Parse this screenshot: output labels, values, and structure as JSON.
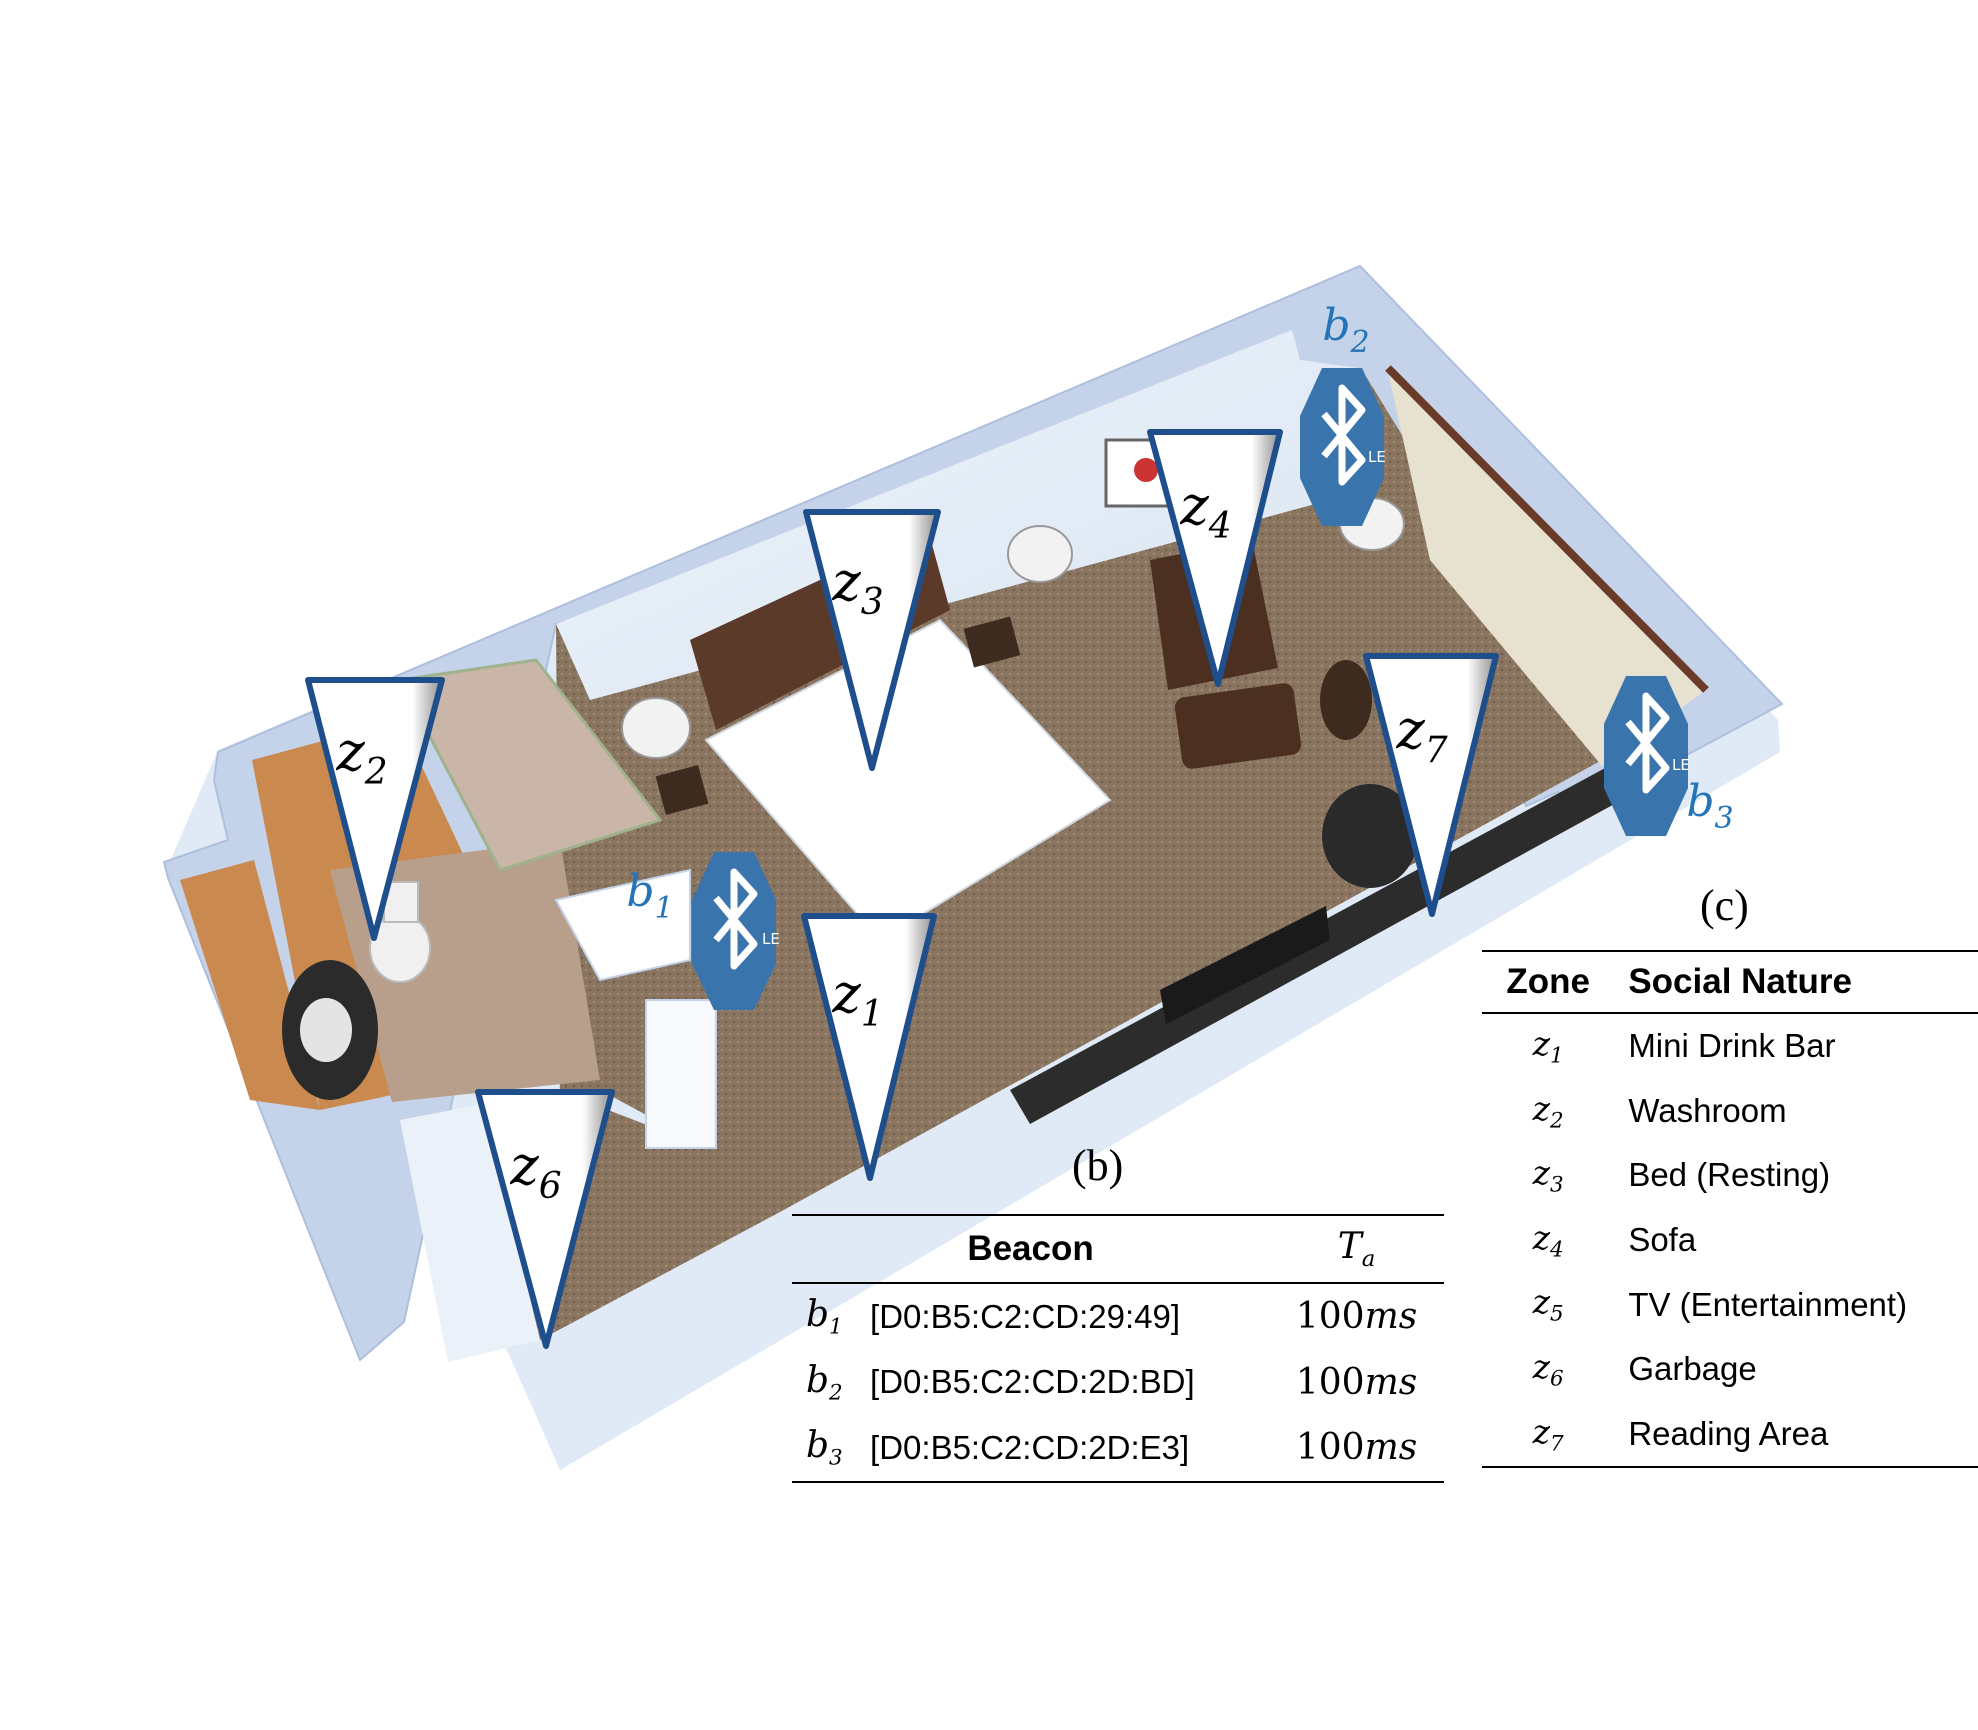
{
  "zones": [
    {
      "id": "z1",
      "var": "z",
      "sub": "1"
    },
    {
      "id": "z2",
      "var": "z",
      "sub": "2"
    },
    {
      "id": "z3",
      "var": "z",
      "sub": "3"
    },
    {
      "id": "z4",
      "var": "z",
      "sub": "4"
    },
    {
      "id": "z6",
      "var": "z",
      "sub": "6"
    },
    {
      "id": "z7",
      "var": "z",
      "sub": "7"
    }
  ],
  "beacons": [
    {
      "id": "b1",
      "var": "b",
      "sub": "1",
      "badge": "LE"
    },
    {
      "id": "b2",
      "var": "b",
      "sub": "2",
      "badge": "LE"
    },
    {
      "id": "b3",
      "var": "b",
      "sub": "3",
      "badge": "LE"
    }
  ],
  "table_b": {
    "caption": "(b)",
    "header_beacon": "Beacon",
    "header_ta_var": "T",
    "header_ta_sub": "a",
    "rows": [
      {
        "var": "b",
        "sub": "1",
        "mac": "[D0:B5:C2:CD:29:49]",
        "value": "100",
        "unit": "ms"
      },
      {
        "var": "b",
        "sub": "2",
        "mac": "[D0:B5:C2:CD:2D:BD]",
        "value": "100",
        "unit": "ms"
      },
      {
        "var": "b",
        "sub": "3",
        "mac": "[D0:B5:C2:CD:2D:E3]",
        "value": "100",
        "unit": "ms"
      }
    ]
  },
  "table_c": {
    "caption": "(c)",
    "header_zone": "Zone",
    "header_nature": "Social Nature",
    "rows": [
      {
        "var": "z",
        "sub": "1",
        "nature": "Mini Drink Bar"
      },
      {
        "var": "z",
        "sub": "2",
        "nature": "Washroom"
      },
      {
        "var": "z",
        "sub": "3",
        "nature": "Bed (Resting)"
      },
      {
        "var": "z",
        "sub": "4",
        "nature": "Sofa"
      },
      {
        "var": "z",
        "sub": "5",
        "nature": "TV (Entertainment)"
      },
      {
        "var": "z",
        "sub": "6",
        "nature": "Garbage"
      },
      {
        "var": "z",
        "sub": "7",
        "nature": "Reading Area"
      }
    ]
  },
  "colors": {
    "wall": "#c5d3ea",
    "wall_edge": "#aebfde",
    "carpet": "#8a7560",
    "bathroom_floor": "#b89f8c",
    "bathroom_wall": "#c9894f",
    "bed": "#ffffff",
    "headboard": "#5c3a2a",
    "furniture": "#4b3022",
    "pin_border": "#1f4e8c",
    "pin_fill": "#ffffff",
    "pin_shade": "#9a9a9a",
    "beacon_fill": "#3a74ad",
    "beacon_label": "#2474b7"
  }
}
